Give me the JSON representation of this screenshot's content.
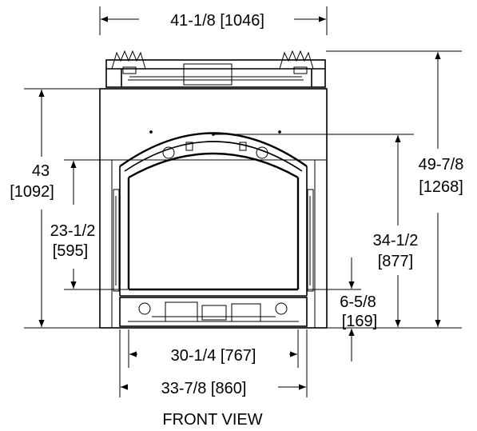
{
  "view_title": "FRONT VIEW",
  "dimensions": {
    "top_width": "41-1/8 [1046]",
    "overall_height_in": "43",
    "overall_height_mm": "[1092]",
    "total_height_in": "49-7/8",
    "total_height_mm": "[1268]",
    "opening_height_in": "23-1/2",
    "opening_height_mm": "[595]",
    "arch_height_in": "34-1/2",
    "arch_height_mm": "[877]",
    "base_height_in": "6-5/8",
    "base_height_mm": "[169]",
    "opening_width": "30-1/4 [767]",
    "base_width": "33-7/8 [860]"
  }
}
